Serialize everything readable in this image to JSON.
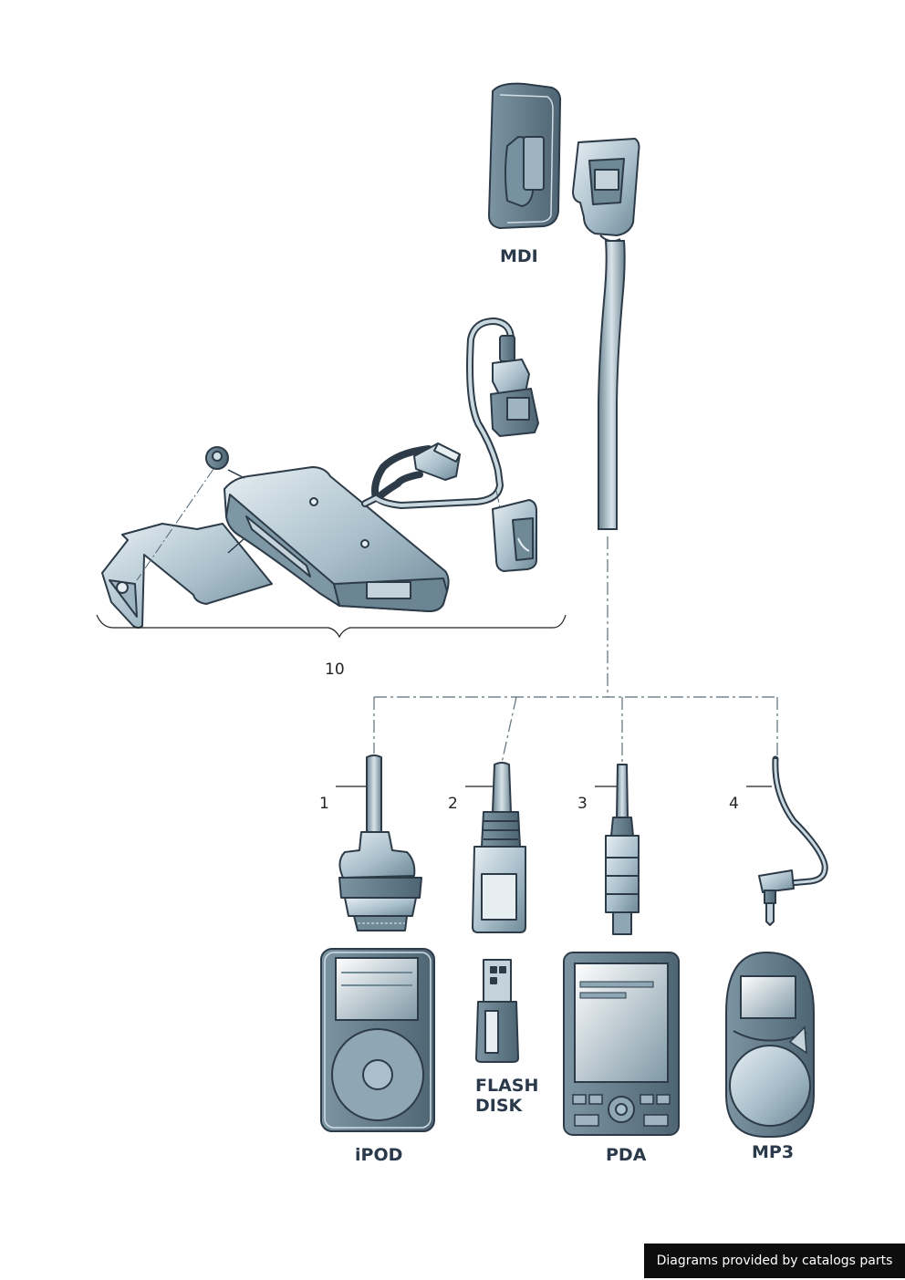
{
  "labels": {
    "mdi": "MDI",
    "kit_number": "10",
    "ipod": "iPOD",
    "flash_disk_line1": "FLASH",
    "flash_disk_line2": "DISK",
    "pda": "PDA",
    "mp3": "MP3"
  },
  "callouts": [
    "1",
    "2",
    "3",
    "4"
  ],
  "footer_text": "Diagrams provided by catalogs parts",
  "colors": {
    "outline": "#2d3b48",
    "part_fill": "#8fa7b5",
    "part_light": "#cfdde5",
    "leader": "#4d6270",
    "footer_bg": "#0d0d0d"
  }
}
